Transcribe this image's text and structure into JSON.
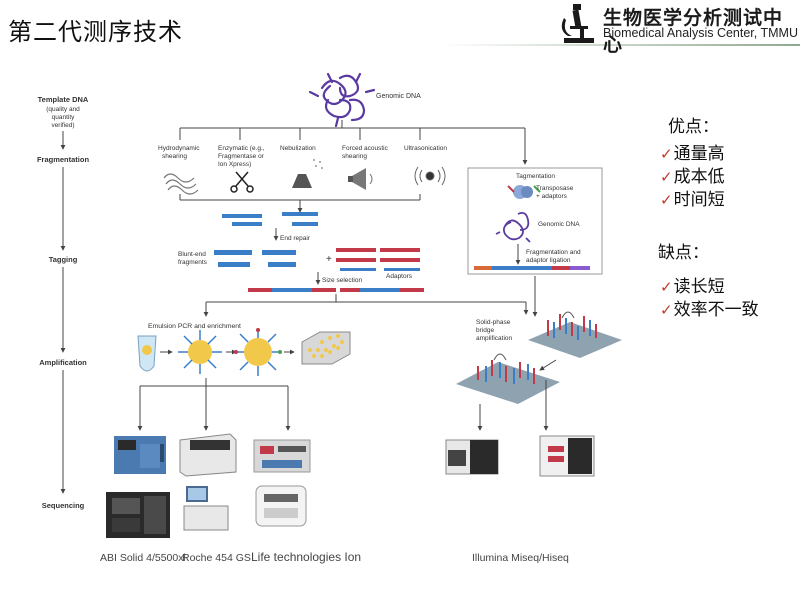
{
  "header": {
    "title": "第二代测序技术",
    "org_name_zh": "生物医学分析测试中心",
    "org_name_en": "Biomedical Analysis Center, TMMU"
  },
  "stages": {
    "template": [
      "Template DNA",
      "(quality and",
      "quantity",
      "verified)"
    ],
    "fragmentation": "Fragmentation",
    "tagging": "Tagging",
    "amplification": "Amplification",
    "sequencing": "Sequencing"
  },
  "diagram": {
    "genomic_dna": "Genomic DNA",
    "methods": {
      "hydrodynamic": [
        "Hydrodynamic",
        "shearing"
      ],
      "enzymatic": [
        "Enzymatic (e.g.,",
        "Fragmentase or",
        "Ion Xpress)"
      ],
      "nebulization": [
        "Nebulization"
      ],
      "acoustic": [
        "Forced acoustic",
        "shearing"
      ],
      "ultrasonication": [
        "Ultrasonication"
      ]
    },
    "end_repair": "End repair",
    "blunt_end": [
      "Blunt-end",
      "fragments"
    ],
    "adaptors": "Adaptors",
    "size_selection": "Size selection",
    "tagmentation": "Tagmentation",
    "transposase": [
      "Transposase",
      "+ adaptors"
    ],
    "genomic_dna_2": "Genomic DNA",
    "frag_ligation": [
      "Fragmentation and",
      "adaptor ligation"
    ],
    "emulsion": "Emulsion PCR and enrichment",
    "solid_phase": [
      "Solid-phase",
      "bridge",
      "amplification"
    ]
  },
  "side_panel": {
    "pros_title": "优点：",
    "pros": [
      "通量高",
      "成本低",
      "时间短"
    ],
    "cons_title": "缺点：",
    "cons": [
      "读长短",
      "效率不一致"
    ],
    "check_glyph": "✓"
  },
  "captions": {
    "abi": "ABI Solid 4/5500xl",
    "roche": "Roche 454 GS",
    "life": "Life technologies Ion",
    "illumina": "Illumina Miseq/Hiseq"
  },
  "colors": {
    "dna_blue": "#3a7ec8",
    "adaptor_red": "#c23a4a",
    "genomic_purple": "#5a3aa0",
    "arrow": "#444444"
  }
}
